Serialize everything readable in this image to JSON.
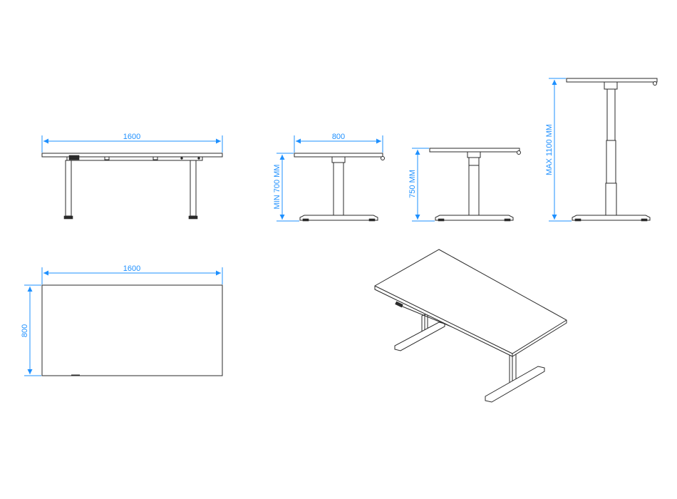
{
  "views": {
    "front": {
      "width_label": "1600"
    },
    "side_min": {
      "depth_label": "800",
      "height_label": "MIN 700 MM"
    },
    "side_mid": {
      "height_label": "750 MM"
    },
    "side_max": {
      "height_label": "MAX 1100 MM"
    },
    "top": {
      "width_label": "1600",
      "depth_label": "800"
    }
  },
  "colors": {
    "dimension": "#1e90ff",
    "line": "#2a2a2a"
  }
}
